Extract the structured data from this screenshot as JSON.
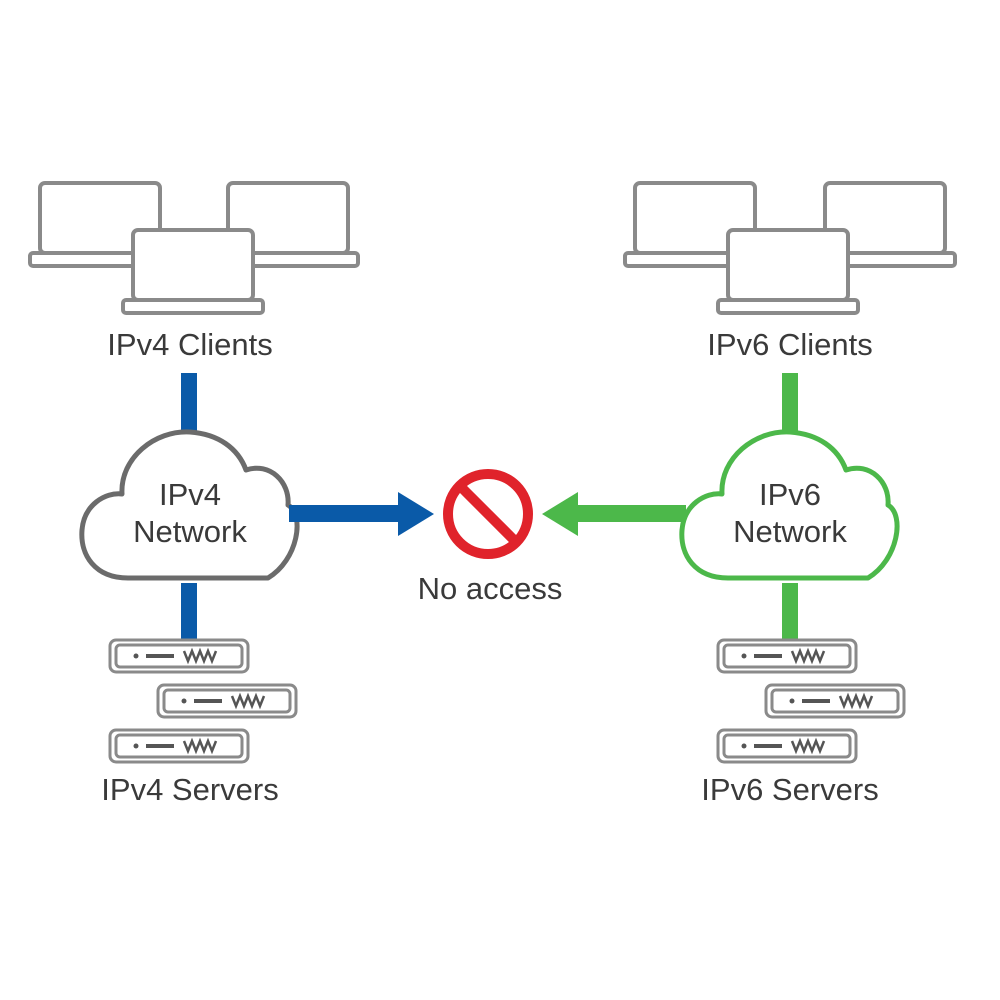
{
  "colors": {
    "ipv4": "#0a5aa8",
    "ipv6": "#4cb84a",
    "device_stroke": "#8a8a8a",
    "cloud_ipv4_stroke": "#6b6b6b",
    "no_access": "#e0232b",
    "text": "#3a3a3a"
  },
  "ipv4": {
    "clients_label": "IPv4 Clients",
    "network_line1": "IPv4",
    "network_line2": "Network",
    "servers_label": "IPv4 Servers"
  },
  "ipv6": {
    "clients_label": "IPv6 Clients",
    "network_line1": "IPv6",
    "network_line2": "Network",
    "servers_label": "IPv6 Servers"
  },
  "center": {
    "label": "No access",
    "icon": "no-entry-icon"
  }
}
